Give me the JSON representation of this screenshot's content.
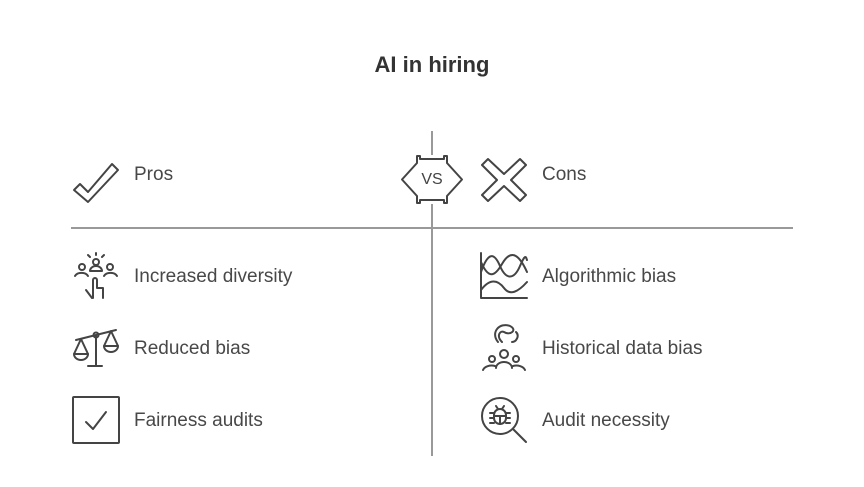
{
  "title": "AI in hiring",
  "vs_label": "VS",
  "pros": {
    "header": "Pros",
    "items": [
      {
        "label": "Increased diversity",
        "icon": "diversity-hand-icon"
      },
      {
        "label": "Reduced bias",
        "icon": "scale-icon"
      },
      {
        "label": "Fairness audits",
        "icon": "checkbox-icon"
      }
    ]
  },
  "cons": {
    "header": "Cons",
    "items": [
      {
        "label": "Algorithmic bias",
        "icon": "wave-chart-icon"
      },
      {
        "label": "Historical data bias",
        "icon": "group-history-icon"
      },
      {
        "label": "Audit necessity",
        "icon": "bug-search-icon"
      }
    ]
  }
}
